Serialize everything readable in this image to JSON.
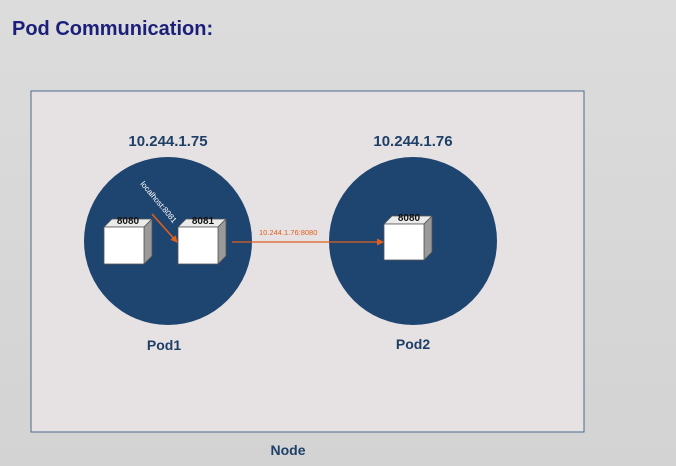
{
  "title": "Pod Communication:",
  "node": {
    "label": "Node"
  },
  "pods": [
    {
      "name": "Pod1",
      "ip": "10.244.1.75",
      "containers": [
        {
          "port": "8080"
        },
        {
          "port": "8081"
        }
      ],
      "local_link": "localhost:8081"
    },
    {
      "name": "Pod2",
      "ip": "10.244.1.76",
      "containers": [
        {
          "port": "8080"
        }
      ]
    }
  ],
  "connection": {
    "label": "10.244.1.76:8080"
  },
  "colors": {
    "title": "#1b1f7a",
    "pod_fill": "#1e4470",
    "node_fill": "#e6e1e3",
    "arrow": "#e0601e",
    "text_dark_blue": "#1e3f66"
  }
}
